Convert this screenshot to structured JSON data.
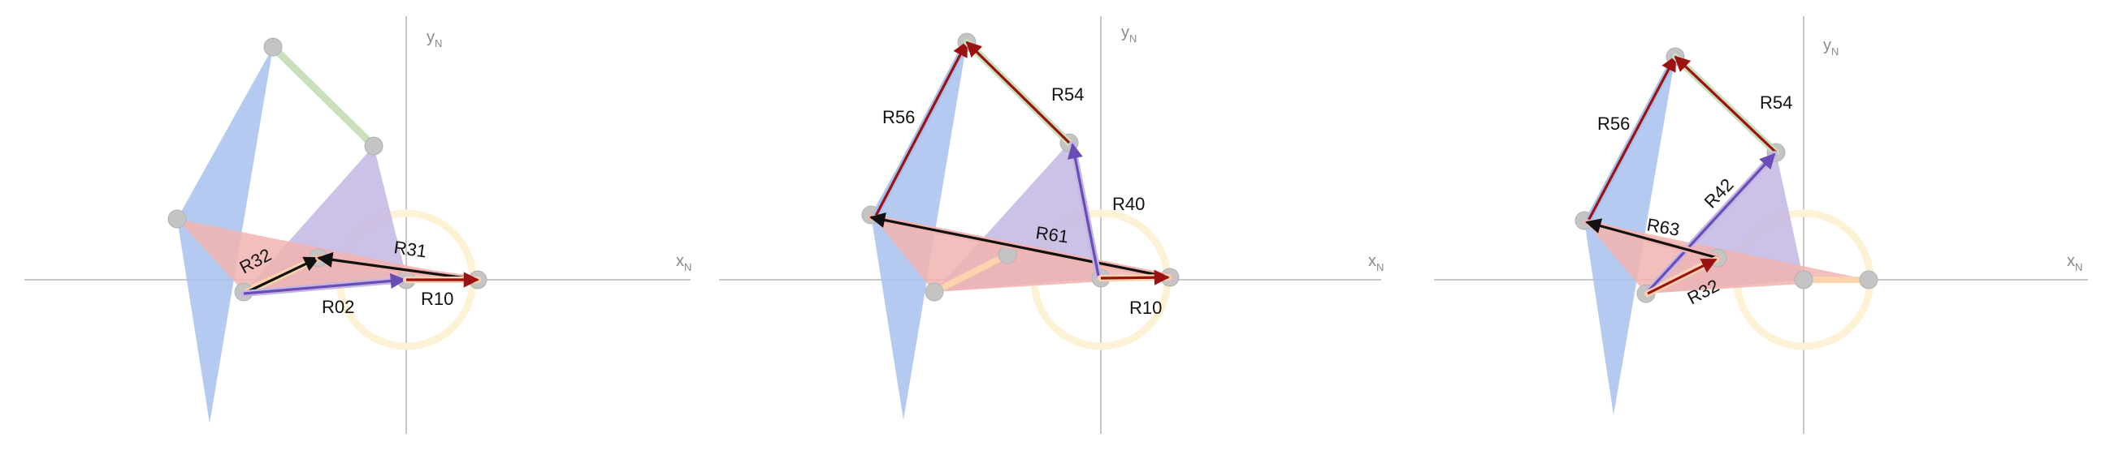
{
  "colors": {
    "axis": "#c8c8c8",
    "link_blue": "#a7c1ef",
    "link_purple": "#c3b6e2",
    "link_green": "#c8e0bb",
    "link_red": "#f1b4b0",
    "link_orange": "#fbd3ac",
    "crank_circle": "#fdf1d6",
    "joint": "#c4c4c4",
    "vector_dark_red": "#9c1111",
    "vector_purple": "#6b4bb6",
    "vector_black": "#111111"
  },
  "axis_labels": {
    "x": "x",
    "x_sub": "N",
    "y": "y",
    "y_sub": "N"
  },
  "panels": [
    {
      "name": "panel-1",
      "vectors": [
        {
          "id": "v-r32",
          "label": "R32",
          "color": "vector_black",
          "outline": "link_orange"
        },
        {
          "id": "v-r31",
          "label": "R31",
          "color": "vector_black",
          "outline": "link_red"
        },
        {
          "id": "v-r02",
          "label": "R02",
          "color": "vector_purple",
          "outline": "link_purple"
        },
        {
          "id": "v-r10",
          "label": "R10",
          "color": "vector_dark_red",
          "outline": "link_orange"
        }
      ]
    },
    {
      "name": "panel-2",
      "vectors": [
        {
          "id": "v-r56",
          "label": "R56",
          "color": "vector_dark_red",
          "outline": "link_blue"
        },
        {
          "id": "v-r54",
          "label": "R54",
          "color": "vector_dark_red",
          "outline": "link_green"
        },
        {
          "id": "v-r61",
          "label": "R61",
          "color": "vector_black",
          "outline": "link_red"
        },
        {
          "id": "v-r40",
          "label": "R40",
          "color": "vector_purple",
          "outline": "link_purple"
        },
        {
          "id": "v-r10",
          "label": "R10",
          "color": "vector_dark_red",
          "outline": "link_orange"
        }
      ]
    },
    {
      "name": "panel-3",
      "vectors": [
        {
          "id": "v-r56",
          "label": "R56",
          "color": "vector_dark_red",
          "outline": "link_blue"
        },
        {
          "id": "v-r54",
          "label": "R54",
          "color": "vector_dark_red",
          "outline": "link_green"
        },
        {
          "id": "v-r42",
          "label": "R42",
          "color": "vector_purple",
          "outline": "link_purple"
        },
        {
          "id": "v-r63",
          "label": "R63",
          "color": "vector_black",
          "outline": "link_red"
        },
        {
          "id": "v-r32",
          "label": "R32",
          "color": "vector_dark_red",
          "outline": "link_orange"
        }
      ]
    }
  ]
}
